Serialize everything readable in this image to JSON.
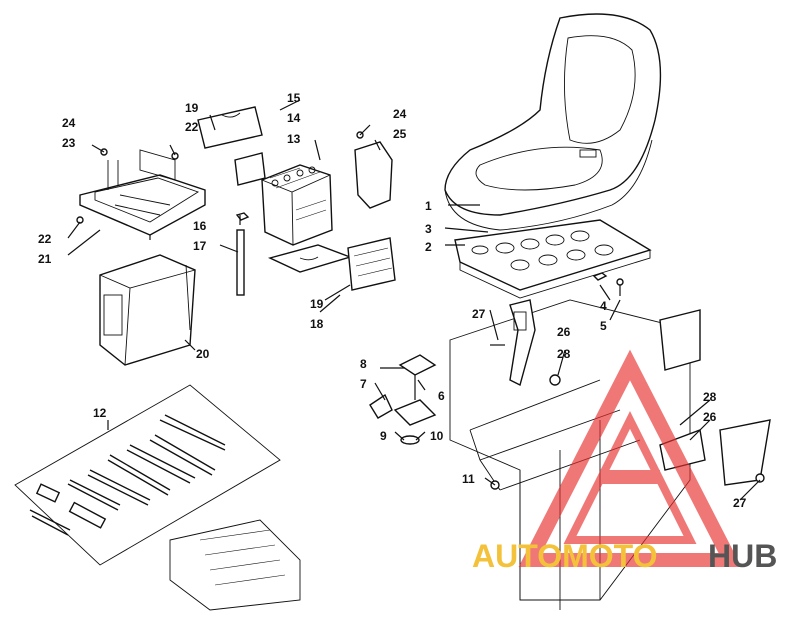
{
  "labels": {
    "l1": "1",
    "l2": "2",
    "l3": "3",
    "l4": "4",
    "l5": "5",
    "l6": "6",
    "l7": "7",
    "l8": "8",
    "l9": "9",
    "l10": "10",
    "l11": "11",
    "l12": "12",
    "l13": "13",
    "l14": "14",
    "l15": "15",
    "l16": "16",
    "l17": "17",
    "l18": "18",
    "l19a": "19",
    "l19b": "19",
    "l20": "20",
    "l21": "21",
    "l22a": "22",
    "l22b": "22",
    "l23": "23",
    "l24a": "24",
    "l24b": "24",
    "l25": "25",
    "l26a": "26",
    "l26b": "26",
    "l27a": "27",
    "l27b": "27",
    "l28a": "28",
    "l28b": "28"
  },
  "watermark": {
    "part1": "AUTOMOTO",
    "part2": "HUB",
    "color_primary": "#f3c23a",
    "color_secondary": "#555555",
    "color_logo": "#e8312f"
  }
}
